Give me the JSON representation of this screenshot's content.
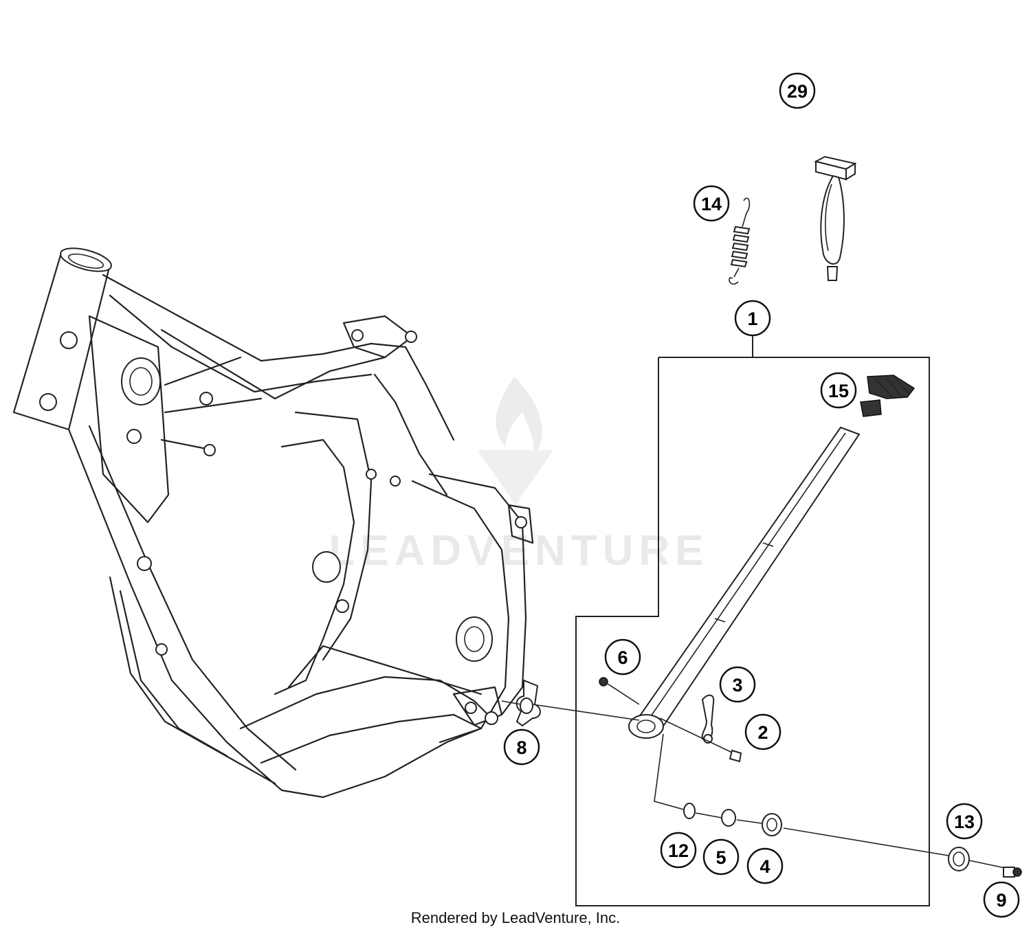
{
  "watermark": {
    "text": "LEADVENTURE"
  },
  "callouts": {
    "c29": "29",
    "c14": "14",
    "c1": "1",
    "c15": "15",
    "c6": "6",
    "c3": "3",
    "c2": "2",
    "c8": "8",
    "c13": "13",
    "c12": "12",
    "c5": "5",
    "c4": "4",
    "c9": "9"
  },
  "footer": {
    "credit": "Rendered by LeadVenture, Inc."
  }
}
